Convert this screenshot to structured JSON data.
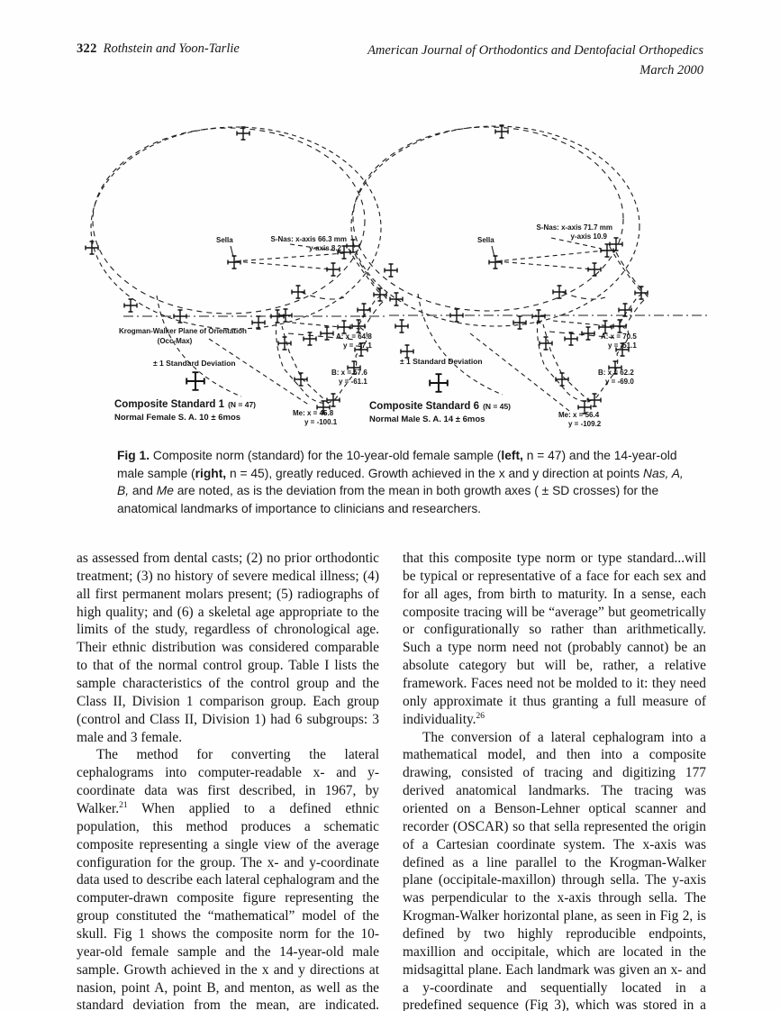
{
  "header": {
    "page_number": "322",
    "running_authors": "Rothstein and Yoon-Tarlie",
    "journal_line1": "American Journal of Orthodontics and Dentofacial Orthopedics",
    "journal_line2": "March 2000"
  },
  "figure": {
    "left": {
      "snas_line1": "S-Nas: x-axis 66.3 mm",
      "snas_line2": "y-axis 8.2",
      "sella": "Sella",
      "plane_line1": "Krogman-Walker Plane of Orientation",
      "plane_line2": "(Occ-Max)",
      "sd_label": "± 1 Standard Deviation",
      "title": "Composite Standard 1",
      "title_n": "(N = 47)",
      "subtitle": "Normal Female S. A. 10 ± 6mos",
      "point_a_x": "A: x = 64.8",
      "point_a_y": "y = -47.1",
      "point_b_x": "B: x = 57.6",
      "point_b_y": "y = -61.1",
      "point_me_x": "Me: x = 45.8",
      "point_me_y": "y = -100.1"
    },
    "right": {
      "snas_line1": "S-Nas: x-axis 71.7 mm",
      "snas_line2": "y-axis 10.9",
      "sella": "Sella",
      "sd_label": "± 1 Standard Deviation",
      "title": "Composite Standard 6",
      "title_n": "(N = 45)",
      "subtitle": "Normal Male S. A. 14 ± 6mos",
      "point_a_x": "A: x = 70.5",
      "point_a_y": "y = -51.1",
      "point_b_x": "B: x = 62.2",
      "point_b_y": "y = -69.0",
      "point_me_x": "Me: x = 56.4",
      "point_me_y": "y = -109.2"
    }
  },
  "caption": {
    "segments": [
      {
        "t": "Fig 1. ",
        "b": 1
      },
      {
        "t": "Composite norm (standard) for the 10-year-old female sample ("
      },
      {
        "t": "left,",
        "b": 1
      },
      {
        "t": " n = 47) and the 14-year-old male sample ("
      },
      {
        "t": "right,",
        "b": 1
      },
      {
        "t": " n = 45), greatly reduced. Growth achieved in the x and y direction at points "
      },
      {
        "t": "Nas, A, B,",
        "i": 1
      },
      {
        "t": " and "
      },
      {
        "t": "Me",
        "i": 1
      },
      {
        "t": " are noted, as is the deviation from the mean in both growth axes ( ± SD crosses) for the anatomical landmarks of importance to clinicians and researchers."
      }
    ]
  },
  "body": {
    "left_column": [
      [
        {
          "t": "as assessed from dental casts; (2) no prior orthodontic treatment; (3) no history of severe medical illness; (4) all first permanent molars present; (5) radiographs of high quality; and (6) a skeletal age appropriate to the limits of the study, regardless of chronological age. Their ethnic distribution was considered comparable to that of the normal control group. Table I lists the sample characteristics of the control group and the Class II, Division 1 comparison group. Each group (control and Class II, Division 1) had 6 subgroups: 3 male and 3 female."
        }
      ],
      [
        {
          "t": "The method for converting the lateral cephalograms into computer-readable x- and y-coordinate data was first described, in 1967, by Walker."
        },
        {
          "t": "21",
          "sup": 1
        },
        {
          "t": " When applied to a defined ethnic population, this method produces a schematic composite representing a single view of the average configuration for the group. The x- and y-coordinate data used to describe each lateral cephalogram and the computer-drawn composite figure representing the group constituted the “mathematical” model of the skull. Fig 1 shows the composite norm for the 10-year-old female sample and the 14-year-old male sample. Growth achieved in the x and y directions at nasion, point A, point B, and menton, as well as the standard deviation from the mean, are indicated. Krogman stated"
        }
      ]
    ],
    "right_column": [
      [
        {
          "t": "that this composite type norm or type standard...will be typical or representative of a face for each sex and for all ages, from birth to maturity. In a sense, each composite tracing will be “average” but geometrically or configurationally so rather than arithmetically. Such a type norm need not (probably cannot) be an absolute category but will be, rather, a relative framework. Faces need not be molded to it: they need only approximate it thus granting a full measure of individuality."
        },
        {
          "t": "26",
          "sup": 1
        }
      ],
      [
        {
          "t": "The conversion of a lateral cephalogram into a mathematical model, and then into a composite drawing, consisted of tracing and digitizing 177 derived anatomical landmarks. The tracing was oriented on a Benson-Lehner optical scanner and recorder (OSCAR) so that sella represented the origin of a Cartesian coordinate system. The x-axis was defined as a line parallel to the Krogman-Walker plane (occipitale-maxillon) through sella. The y-axis was perpendicular to the x-axis through sella. The Krogman-Walker horizontal plane, as seen in Fig 2, is defined by two highly reproducible endpoints, maxillion and occipitale, which are located in the midsagittal plane. Each landmark was given an x- and a y-coordinate and sequentially located in a predefined sequence (Fig 3), which was stored in a database. Each"
        }
      ]
    ]
  }
}
